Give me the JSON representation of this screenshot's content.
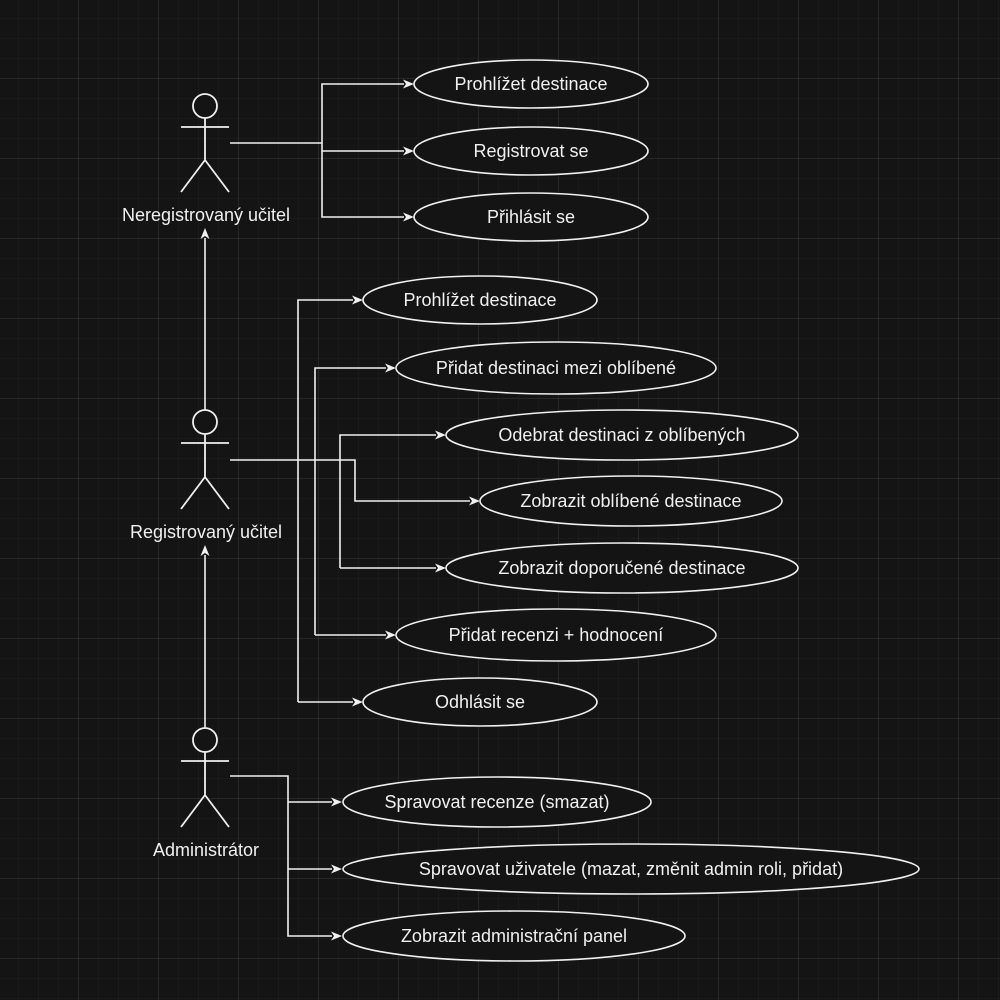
{
  "actors": {
    "unregistered": {
      "label": "Neregistrovaný učitel"
    },
    "registered": {
      "label": "Registrovaný učitel"
    },
    "admin": {
      "label": "Administrátor"
    }
  },
  "use_cases": {
    "unregistered": [
      "Prohlížet destinace",
      "Registrovat se",
      "Přihlásit se"
    ],
    "registered": [
      "Prohlížet destinace",
      "Přidat destinaci mezi oblíbené",
      "Odebrat destinaci z oblíbených",
      "Zobrazit oblíbené destinace",
      "Zobrazit doporučené destinace",
      "Přidat recenzi + hodnocení",
      "Odhlásit se"
    ],
    "admin": [
      "Spravovat recenze (smazat)",
      "Spravovat uživatele (mazat, změnit admin roli, přidat)",
      "Zobrazit administrační panel"
    ]
  }
}
